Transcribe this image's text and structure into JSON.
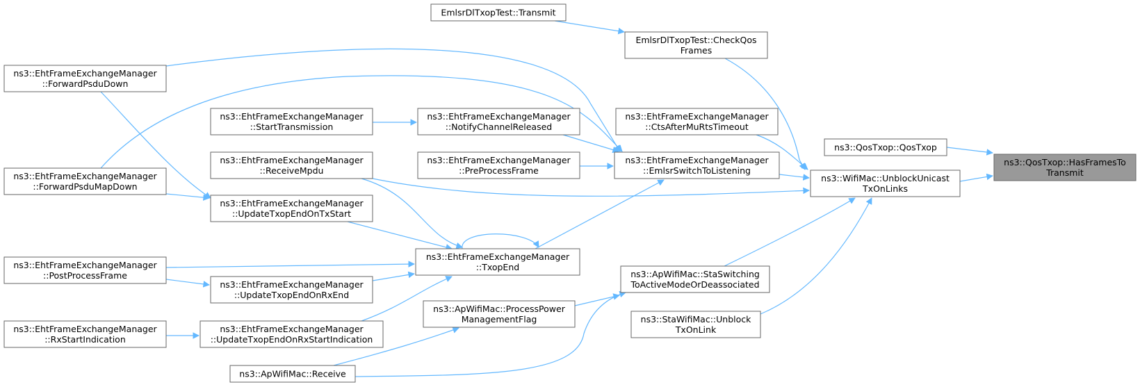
{
  "diagram": {
    "nodes": [
      {
        "id": "root",
        "lines": [
          "ns3::QosTxop::HasFramesTo",
          "Transmit"
        ],
        "highlight": true
      },
      {
        "id": "qostxop",
        "lines": [
          "ns3::QosTxop::QosTxop"
        ]
      },
      {
        "id": "unblockunicast",
        "lines": [
          "ns3::WifiMac::UnblockUnicast",
          "TxOnLinks"
        ]
      },
      {
        "id": "checkqos",
        "lines": [
          "EmlsrDlTxopTest::CheckQos",
          "Frames"
        ]
      },
      {
        "id": "transmit",
        "lines": [
          "EmlsrDlTxopTest::Transmit"
        ]
      },
      {
        "id": "ctsafter",
        "lines": [
          "ns3::EhtFrameExchangeManager",
          "::CtsAfterMuRtsTimeout"
        ]
      },
      {
        "id": "emlsrswitch",
        "lines": [
          "ns3::EhtFrameExchangeManager",
          "::EmlsrSwitchToListening"
        ]
      },
      {
        "id": "staswitching",
        "lines": [
          "ns3::ApWifiMac::StaSwitching",
          "ToActiveModeOrDeassociated"
        ]
      },
      {
        "id": "stablock",
        "lines": [
          "ns3::StaWifiMac::Unblock",
          "TxOnLink"
        ]
      },
      {
        "id": "notifychannel",
        "lines": [
          "ns3::EhtFrameExchangeManager",
          "::NotifyChannelReleased"
        ]
      },
      {
        "id": "preprocess",
        "lines": [
          "ns3::EhtFrameExchangeManager",
          "::PreProcessFrame"
        ]
      },
      {
        "id": "txopend",
        "lines": [
          "ns3::EhtFrameExchangeManager",
          "::TxopEnd"
        ]
      },
      {
        "id": "processpower",
        "lines": [
          "ns3::ApWifiMac::ProcessPower",
          "ManagementFlag"
        ]
      },
      {
        "id": "forwardpsdu",
        "lines": [
          "ns3::EhtFrameExchangeManager",
          "::ForwardPsduDown"
        ]
      },
      {
        "id": "starttrans",
        "lines": [
          "ns3::EhtFrameExchangeManager",
          "::StartTransmission"
        ]
      },
      {
        "id": "receivempdu",
        "lines": [
          "ns3::EhtFrameExchangeManager",
          "::ReceiveMpdu"
        ]
      },
      {
        "id": "forwardpsdumap",
        "lines": [
          "ns3::EhtFrameExchangeManager",
          "::ForwardPsduMapDown"
        ]
      },
      {
        "id": "updatetxstart",
        "lines": [
          "ns3::EhtFrameExchangeManager",
          "::UpdateTxopEndOnTxStart"
        ]
      },
      {
        "id": "postprocess",
        "lines": [
          "ns3::EhtFrameExchangeManager",
          "::PostProcessFrame"
        ]
      },
      {
        "id": "updaterxend",
        "lines": [
          "ns3::EhtFrameExchangeManager",
          "::UpdateTxopEndOnRxEnd"
        ]
      },
      {
        "id": "rxstartind",
        "lines": [
          "ns3::EhtFrameExchangeManager",
          "::RxStartIndication"
        ]
      },
      {
        "id": "updaterxstartind",
        "lines": [
          "ns3::EhtFrameExchangeManager",
          "::UpdateTxopEndOnRxStartIndication"
        ]
      },
      {
        "id": "receive",
        "lines": [
          "ns3::ApWifiMac::Receive"
        ]
      }
    ],
    "edges": [
      {
        "from": "qostxop",
        "to": "root"
      },
      {
        "from": "unblockunicast",
        "to": "root"
      },
      {
        "from": "checkqos",
        "to": "unblockunicast"
      },
      {
        "from": "ctsafter",
        "to": "unblockunicast"
      },
      {
        "from": "emlsrswitch",
        "to": "unblockunicast"
      },
      {
        "from": "receivempdu",
        "to": "unblockunicast"
      },
      {
        "from": "staswitching",
        "to": "unblockunicast"
      },
      {
        "from": "stablock",
        "to": "unblockunicast"
      },
      {
        "from": "transmit",
        "to": "checkqos"
      },
      {
        "from": "forwardpsdu",
        "to": "emlsrswitch"
      },
      {
        "from": "forwardpsdumap",
        "to": "emlsrswitch"
      },
      {
        "from": "notifychannel",
        "to": "emlsrswitch"
      },
      {
        "from": "preprocess",
        "to": "emlsrswitch"
      },
      {
        "from": "txopend",
        "to": "emlsrswitch"
      },
      {
        "from": "starttrans",
        "to": "notifychannel"
      },
      {
        "from": "forwardpsdu",
        "to": "updatetxstart"
      },
      {
        "from": "forwardpsdumap",
        "to": "updatetxstart"
      },
      {
        "from": "updatetxstart",
        "to": "txopend"
      },
      {
        "from": "postprocess",
        "to": "txopend"
      },
      {
        "from": "updaterxend",
        "to": "txopend"
      },
      {
        "from": "updaterxstartind",
        "to": "txopend"
      },
      {
        "from": "receivempdu",
        "to": "txopend"
      },
      {
        "from": "txopend",
        "to": "txopend"
      },
      {
        "from": "postprocess",
        "to": "updaterxend"
      },
      {
        "from": "rxstartind",
        "to": "updaterxstartind"
      },
      {
        "from": "processpower",
        "to": "staswitching"
      },
      {
        "from": "receive",
        "to": "staswitching"
      },
      {
        "from": "receive",
        "to": "processpower"
      }
    ]
  }
}
